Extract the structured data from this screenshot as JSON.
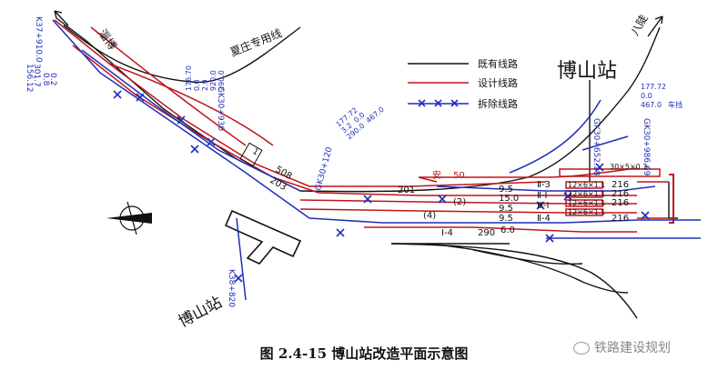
{
  "colors": {
    "existing": "#111111",
    "design": "#c0141c",
    "removed": "#1f2fb8"
  },
  "legend": {
    "existing": "既有线路",
    "design": "设计线路",
    "removed": "拆除线路"
  },
  "station": {
    "name": "博山站"
  },
  "place_labels": {
    "zibo": "淄博",
    "bazhen": "八陡",
    "xiazhuang": "夏庄专用线",
    "station_building": "博山站"
  },
  "chainages": {
    "ck_left": "K37+910.0",
    "gk_930": "GK30+930",
    "gk_120": "GK30+120",
    "gk_top": "GK30+652.18",
    "gk_right": "GK30+986.69",
    "k_bottom": "K38+820"
  },
  "profile_marks": [
    {
      "elev": "176.70",
      "a": "0.0",
      "b": "2.9",
      "c": "920.0",
      "d": "290.0"
    },
    {
      "elev": "177.72",
      "a": "3.2",
      "b": "0.0",
      "c": "290.0",
      "d": "467.0"
    },
    {
      "elev": "177.72",
      "a": "0.0",
      "b": "467.0",
      "c": "车挡"
    }
  ],
  "left_vertical_marks": [
    "156.12",
    "0.8",
    "0.2",
    "301.7"
  ],
  "track_labels": {
    "safe": "安",
    "n50": "50",
    "n201": "201",
    "n508": "508",
    "n203": "203",
    "circle2": "(2)",
    "circle4": "(4)",
    "g95a": "9.5",
    "g95b": "9.5",
    "g95c": "9.5",
    "g60": "6.0",
    "g60b": "15.0",
    "track_I4": "Ⅰ-4",
    "n290": "290",
    "roman_II3": "Ⅱ-3",
    "roman_II1": "Ⅱ-Ⅰ",
    "roman_III": "Ⅲ-Ⅰ",
    "roman_II4": "Ⅱ-4",
    "platform_top": "30×5×0.3",
    "plat1": "12×6×1.1",
    "plat2": "12×6×1.1",
    "plat3": "12×6×1.1",
    "plat4": "12×6×1.1",
    "len1": "216",
    "len2": "216",
    "len3": "216",
    "len4": "216",
    "small_box": "1"
  },
  "caption": "图 2.4-15 博山站改造平面示意图",
  "watermark": "铁路建设规划"
}
